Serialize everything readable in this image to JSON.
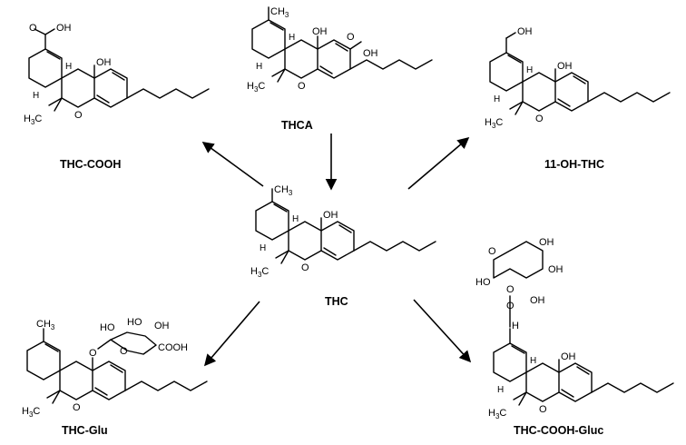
{
  "compounds": {
    "thca": "THCA",
    "thc": "THC",
    "thc_cooh": "THC-COOH",
    "oh_thc": "11-OH-THC",
    "thc_glu": "THC-Glu",
    "thc_cooh_gluc": "THC-COOH-Gluc"
  },
  "atoms": {
    "oh": "OH",
    "o": "O",
    "h": "H",
    "ho": "HO",
    "cooh": "COOH",
    "c": "C",
    "h3": "3",
    "ch3": "CH",
    "methyl": "CH"
  }
}
